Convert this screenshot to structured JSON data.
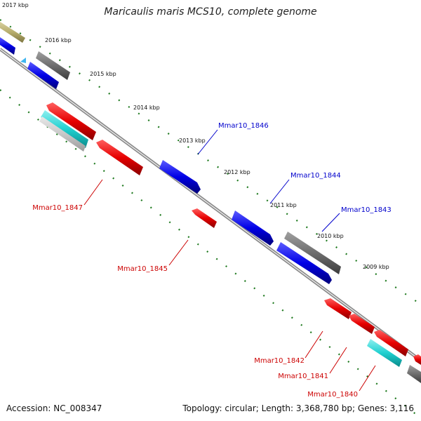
{
  "title": "Maricaulis maris MCS10, complete genome",
  "footer": {
    "accession": "Accession: NC_008347",
    "topology": "Topology: circular; Length: 3,368,780 bp; Genes: 3,116"
  },
  "colors": {
    "backbone": "#7a7a7a",
    "tick": "#1f7a1f",
    "forward": "#0000e6",
    "reverse": "#e60000",
    "gray": "#6e6e6e",
    "cyan": "#20d0d0",
    "olive": "#b7ad6c",
    "label_blue": "#0000cc",
    "label_red": "#cc0000"
  },
  "scale_labels": [
    "2017 kbp",
    "2016 kbp",
    "2015 kbp",
    "2014 kbp",
    "2013 kbp",
    "2012 kbp",
    "2011 kbp",
    "2010 kbp",
    "2009 kbp"
  ],
  "gene_labels": [
    {
      "name": "Mmar10_1846",
      "strand": "forward"
    },
    {
      "name": "Mmar10_1844",
      "strand": "forward"
    },
    {
      "name": "Mmar10_1843",
      "strand": "forward"
    },
    {
      "name": "Mmar10_1847",
      "strand": "reverse"
    },
    {
      "name": "Mmar10_1845",
      "strand": "reverse"
    },
    {
      "name": "Mmar10_1842",
      "strand": "reverse"
    },
    {
      "name": "Mmar10_1841",
      "strand": "reverse"
    },
    {
      "name": "Mmar10_1840",
      "strand": "reverse"
    }
  ]
}
